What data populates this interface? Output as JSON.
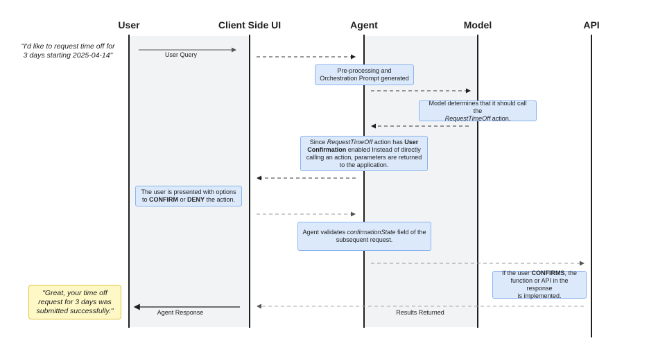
{
  "actors": {
    "user": "User",
    "client": "Client Side UI",
    "agent": "Agent",
    "model": "Model",
    "api": "API"
  },
  "user_request": {
    "line1": "\"I'd like to request time off for",
    "line2": "3 days starting 2025-04-14\""
  },
  "messages": {
    "user_query": "User Query",
    "agent_response": "Agent Response",
    "results_returned": "Results Returned"
  },
  "notes": {
    "preprocessing": {
      "line1": "Pre-processing and",
      "line2": "Orchestration Prompt generated"
    },
    "model_determines": {
      "line1": "Model determines that it should call the",
      "italic": "RequestTimeOff",
      "suffix": " action."
    },
    "since": {
      "p1": "Since ",
      "italic": "RequestTimeOff",
      "p2": " action has ",
      "bold1": "User",
      "bold2": "Confirmation",
      "p3": " enabled Instead of directly",
      "line3": "calling an action, parameters are returned",
      "line4": "to the application."
    },
    "presented": {
      "line1": "The user is presented with options",
      "p1": "to ",
      "bold1": "CONFIRM",
      "p2": " or ",
      "bold2": "DENY",
      "p3": " the action."
    },
    "validates": {
      "p1": "Agent validates ",
      "italic": "confirmationState",
      "p2": " field of the",
      "line2": "subsequent request."
    },
    "confirms": {
      "p1": "If the user ",
      "bold": "CONFIRMS",
      "p2": ", the",
      "line2": "function or API in the response",
      "line3": "is implemented."
    }
  },
  "final_message": {
    "line1": "\"Great, your time off",
    "line2": "request for 3 days was",
    "line3": "submitted successfully.\""
  },
  "colors": {
    "note_fill": "#dbe9fb",
    "note_border": "#8ab4f0",
    "quote_fill": "#fef8c6",
    "quote_border": "#e0c43a",
    "lane": "#f1f3f4"
  }
}
